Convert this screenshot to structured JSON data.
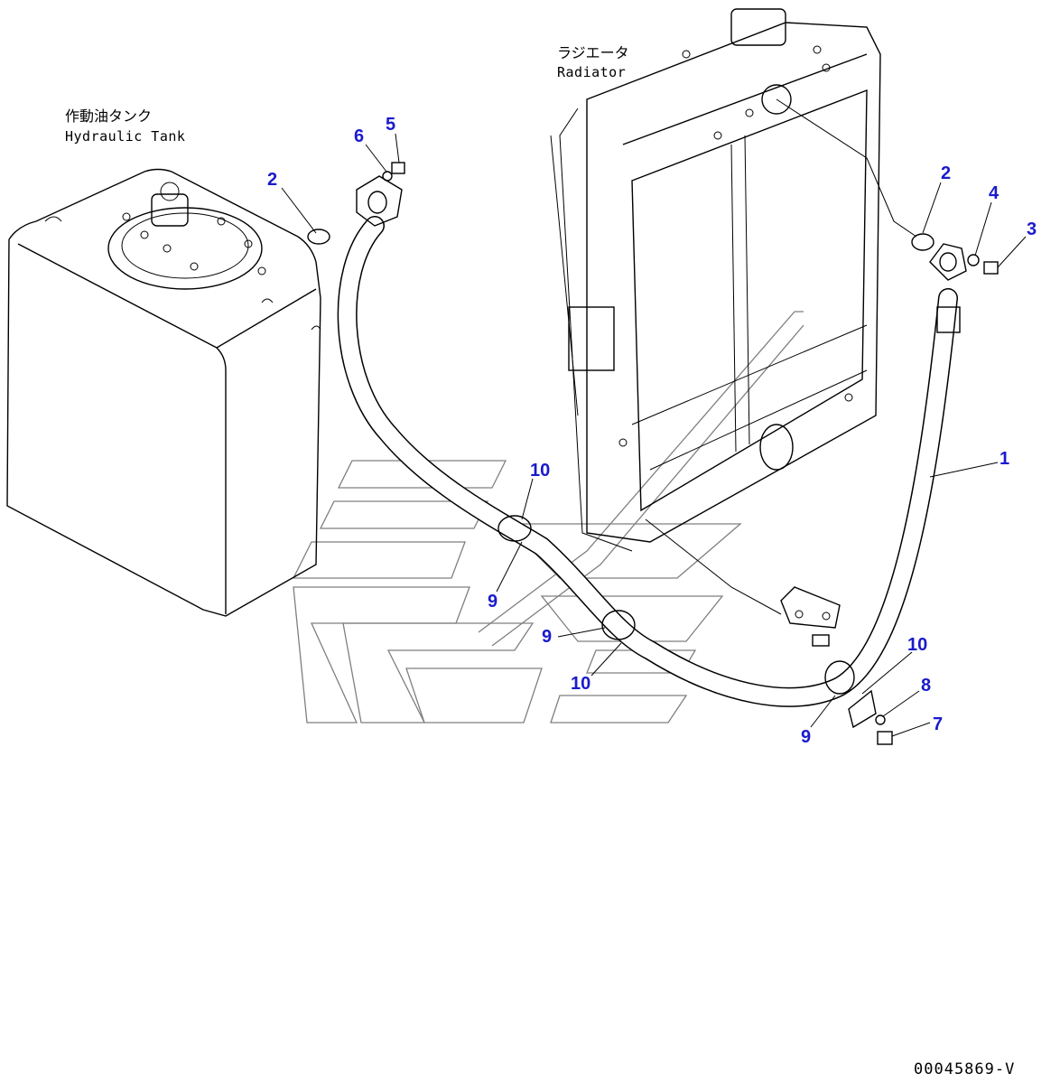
{
  "labels": {
    "tank_jp": "作動油タンク",
    "tank_en": "Hydraulic Tank",
    "radiator_jp": "ラジエータ",
    "radiator_en": "Radiator"
  },
  "callouts": [
    {
      "id": "c1",
      "text": "1"
    },
    {
      "id": "c2a",
      "text": "2"
    },
    {
      "id": "c2b",
      "text": "2"
    },
    {
      "id": "c3",
      "text": "3"
    },
    {
      "id": "c4",
      "text": "4"
    },
    {
      "id": "c5",
      "text": "5"
    },
    {
      "id": "c6",
      "text": "6"
    },
    {
      "id": "c7",
      "text": "7"
    },
    {
      "id": "c8",
      "text": "8"
    },
    {
      "id": "c9a",
      "text": "9"
    },
    {
      "id": "c9b",
      "text": "9"
    },
    {
      "id": "c9c",
      "text": "9"
    },
    {
      "id": "c10a",
      "text": "10"
    },
    {
      "id": "c10b",
      "text": "10"
    },
    {
      "id": "c10c",
      "text": "10"
    }
  ],
  "callout_color": "#1a1acc",
  "document_number": "00045869-V"
}
